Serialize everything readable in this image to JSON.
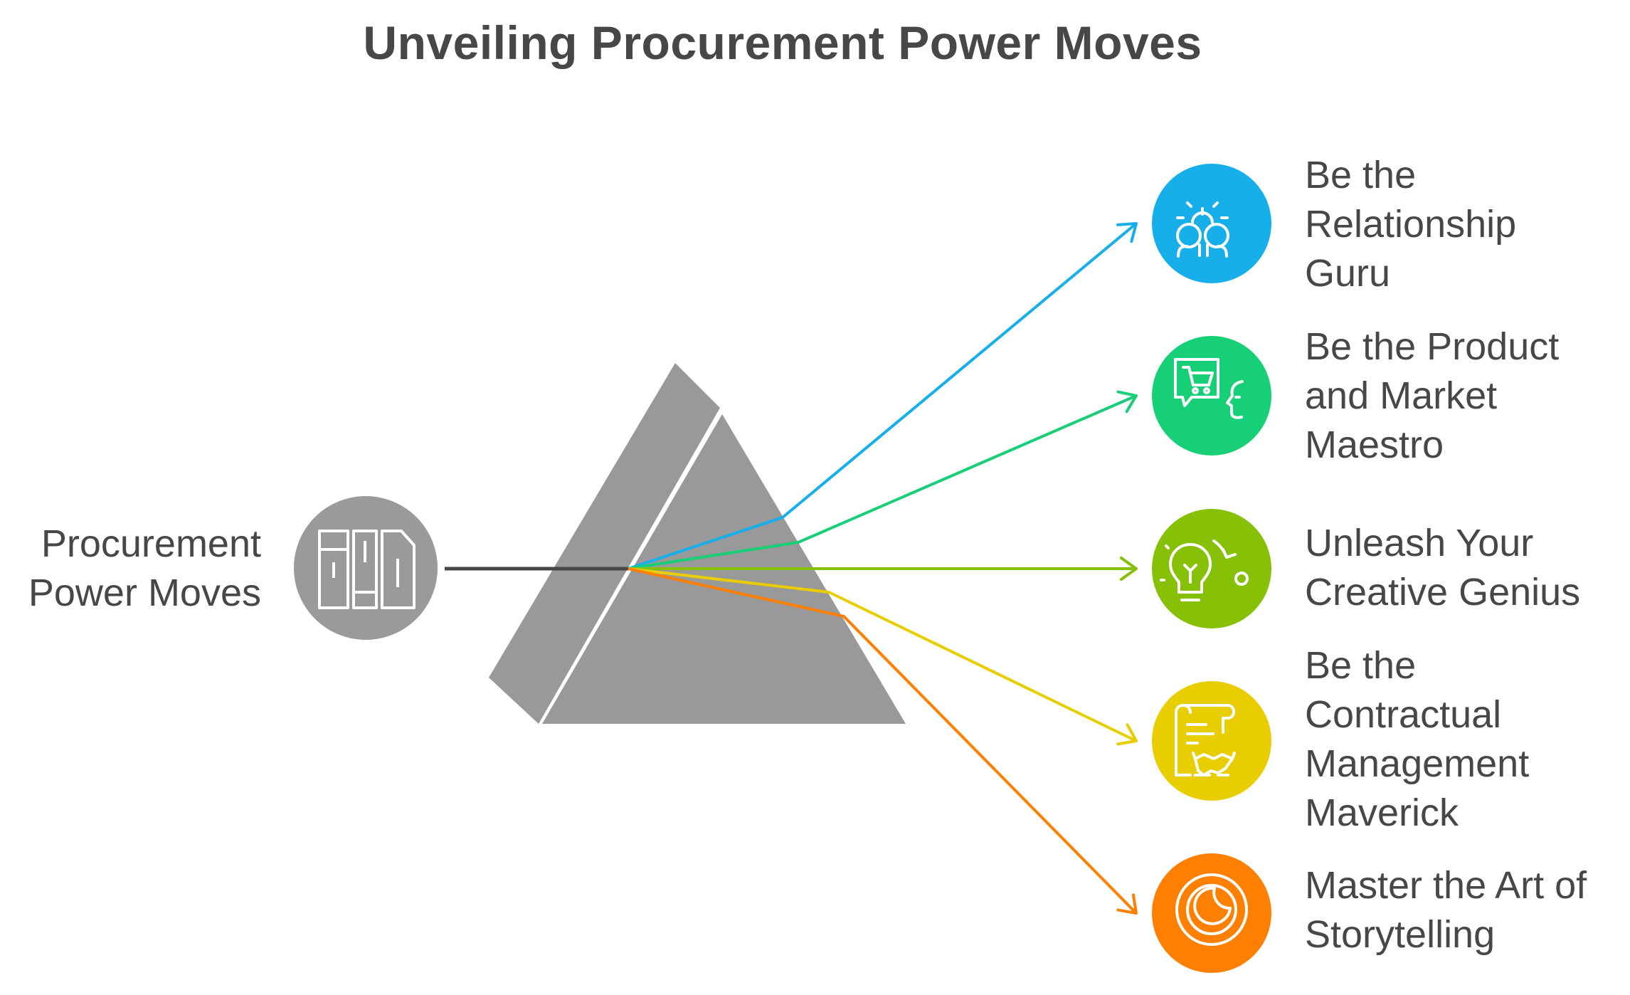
{
  "title": "Unveiling Procurement Power Moves",
  "source": {
    "label_lines": [
      "Procurement",
      "Power Moves"
    ],
    "icon": "books-icon",
    "color": "#9a9a9a"
  },
  "prism": {
    "color": "#999999"
  },
  "outputs": [
    {
      "label_lines": [
        "Be the",
        "Relationship",
        "Guru"
      ],
      "icon": "people-idea-icon",
      "color": "#16AFEA"
    },
    {
      "label_lines": [
        "Be the Product",
        "and Market",
        "Maestro"
      ],
      "icon": "shopping-chat-icon",
      "color": "#17CF76"
    },
    {
      "label_lines": [
        "Unleash Your",
        "Creative Genius"
      ],
      "icon": "lightbulb-icon",
      "color": "#86C007"
    },
    {
      "label_lines": [
        "Be the",
        "Contractual",
        "Management",
        "Maverick"
      ],
      "icon": "contract-handshake-icon",
      "color": "#E8CE00"
    },
    {
      "label_lines": [
        "Master the Art of",
        "Storytelling"
      ],
      "icon": "storytelling-icon",
      "color": "#FF7F00"
    }
  ]
}
